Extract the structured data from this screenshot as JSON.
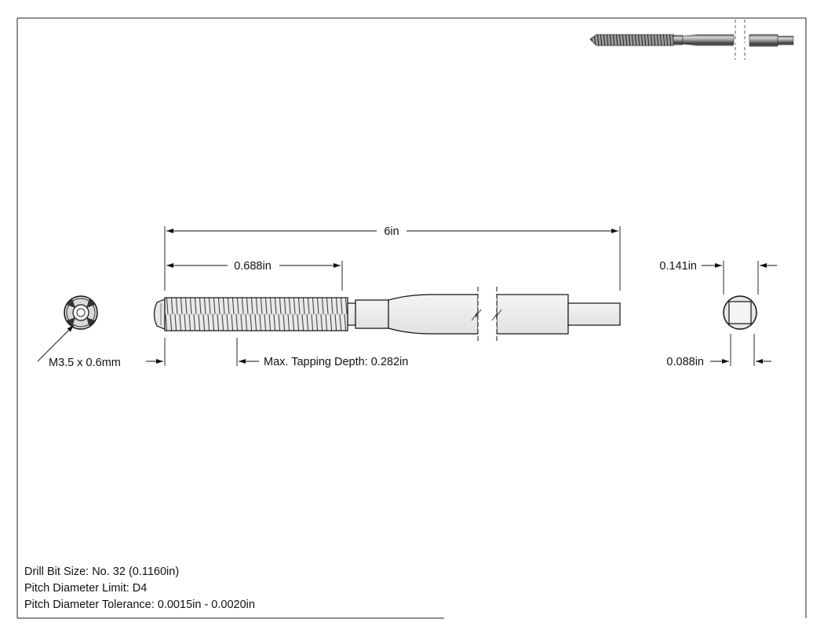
{
  "dimensions": {
    "overall_length": "6in",
    "thread_length": "0.688in",
    "thread_size": "M3.5 x 0.6mm",
    "max_tapping_depth": "Max. Tapping Depth: 0.282in",
    "shank_diameter": "0.141in",
    "square_size": "0.088in"
  },
  "notes": {
    "drill_bit_size": "Drill Bit Size: No. 32 (0.1160in)",
    "pitch_diameter_limit": "Pitch Diameter Limit: D4",
    "pitch_diameter_tolerance": "Pitch Diameter Tolerance: 0.0015in - 0.0020in"
  }
}
